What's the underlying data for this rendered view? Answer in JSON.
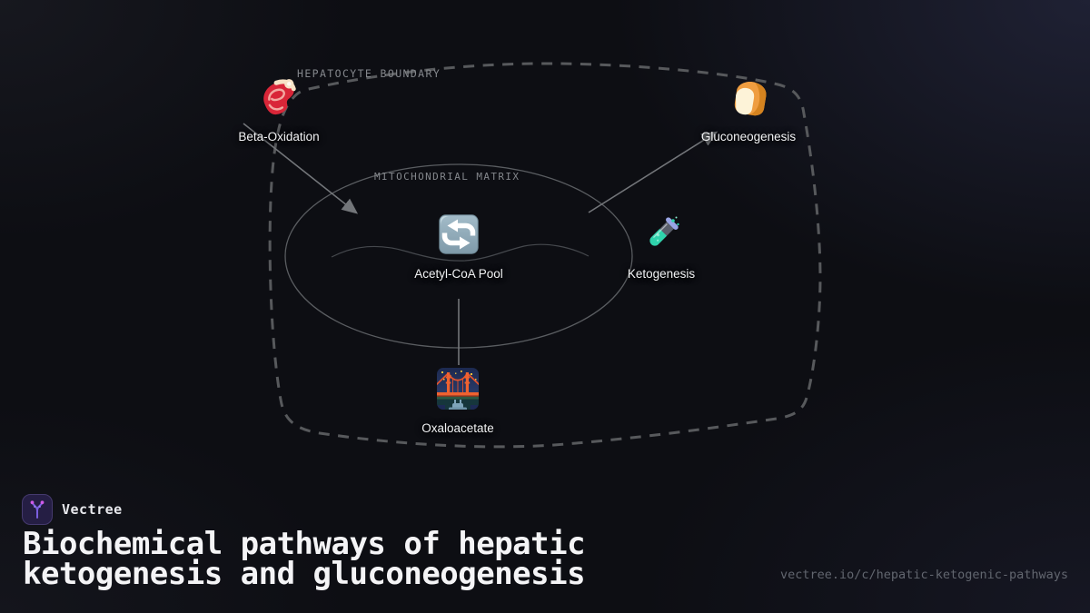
{
  "diagram": {
    "boundary_label": "HEPATOCYTE BOUNDARY",
    "matrix_label": "MITOCHONDRIAL MATRIX",
    "nodes": [
      {
        "id": "beta-oxidation",
        "label": "Beta-Oxidation",
        "icon": "steak-icon"
      },
      {
        "id": "gluconeogenesis",
        "label": "Gluconeogenesis",
        "icon": "bread-icon"
      },
      {
        "id": "acetyl-coa-pool",
        "label": "Acetyl-CoA Pool",
        "icon": "counterclockwise-arrows-icon"
      },
      {
        "id": "ketogenesis",
        "label": "Ketogenesis",
        "icon": "test-tube-icon"
      },
      {
        "id": "oxaloacetate",
        "label": "Oxaloacetate",
        "icon": "bridge-at-night-icon"
      }
    ],
    "edges": [
      {
        "from": "beta-oxidation",
        "to": "acetyl-coa-pool",
        "style": "arrow"
      },
      {
        "from": "acetyl-coa-pool",
        "to": "oxaloacetate",
        "style": "line"
      },
      {
        "from": "oxaloacetate",
        "to": "gluconeogenesis",
        "style": "arrow"
      },
      {
        "from": "acetyl-coa-pool",
        "to": "ketogenesis",
        "style": "wave"
      }
    ]
  },
  "footer": {
    "brand": "Vectree",
    "title_line1": "Biochemical pathways of hepatic",
    "title_line2": "ketogenesis and gluconeogenesis",
    "url": "vectree.io/c/hepatic-ketogenic-pathways"
  },
  "colors": {
    "background": "#0d0e13",
    "edge_gray": "#73767a",
    "boundary_dash": "#57595c",
    "matrix_stroke": "#5a5d61",
    "accent_purple": "#7b5fe0",
    "accent_magenta": "#cf5ae8",
    "title_text": "#f4f4f6",
    "muted_label": "#84878c",
    "url_text": "#62666f"
  }
}
